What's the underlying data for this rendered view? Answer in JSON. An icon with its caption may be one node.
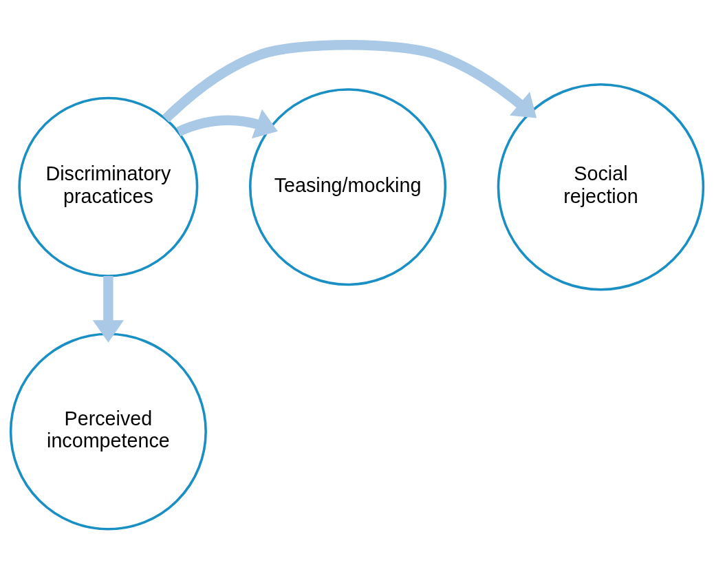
{
  "diagram": {
    "nodes": [
      {
        "text": [
          "Perceived incompetence"
        ]
      },
      {
        "text": [
          "Discriminatory pracatices"
        ]
      },
      {
        "text": [
          "Social rejection"
        ]
      },
      {
        "text": [
          "Teasing/mocking"
        ]
      }
    ],
    "edges": [
      {
        "from": 1,
        "to": 0,
        "arrow": "to"
      },
      {
        "from": 1,
        "to": 2,
        "arrow": "to"
      },
      {
        "from": 1,
        "to": 3,
        "arrow": "to"
      }
    ]
  }
}
